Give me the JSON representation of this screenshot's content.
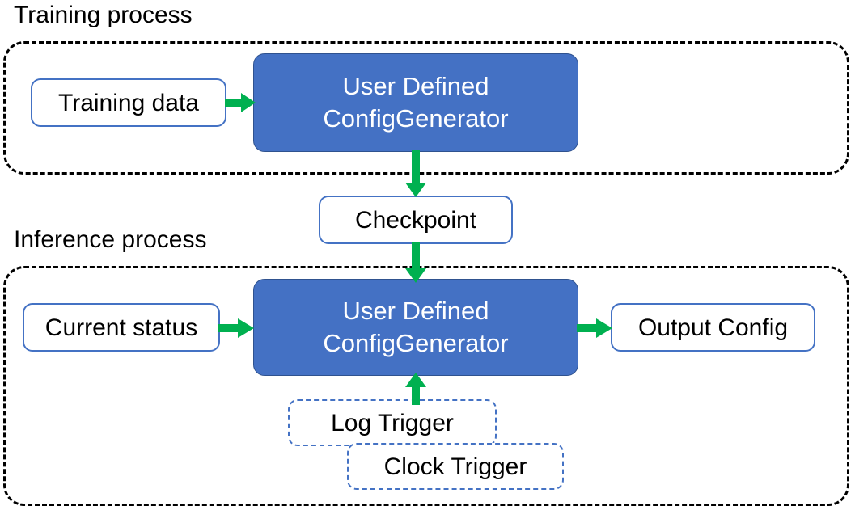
{
  "diagram": {
    "title_training": "Training process",
    "title_inference": "Inference process",
    "colors": {
      "process_fill": "#4471C4",
      "process_text": "#FFFFFF",
      "node_border": "#4472C4",
      "node_fill": "#FFFFFF",
      "group_border": "#000000",
      "arrow": "#00B050",
      "text": "#000000"
    }
  },
  "training": {
    "caption": "Training process",
    "input": {
      "label": "Training data"
    },
    "process": {
      "line1": "User Defined",
      "line2": "ConfigGenerator"
    }
  },
  "checkpoint": {
    "label": "Checkpoint"
  },
  "inference": {
    "caption": "Inference process",
    "input": {
      "label": "Current status"
    },
    "process": {
      "line1": "User Defined",
      "line2": "ConfigGenerator"
    },
    "output": {
      "label": "Output Config"
    },
    "triggers": [
      {
        "label": "Log Trigger"
      },
      {
        "label": "Clock Trigger"
      }
    ]
  },
  "edges": [
    {
      "name": "training-data-to-process",
      "from": "Training data",
      "to": "User Defined ConfigGenerator",
      "direction": "right"
    },
    {
      "name": "training-process-to-checkpoint",
      "from": "User Defined ConfigGenerator",
      "to": "Checkpoint",
      "direction": "down"
    },
    {
      "name": "checkpoint-to-inference-process",
      "from": "Checkpoint",
      "to": "User Defined ConfigGenerator",
      "direction": "down"
    },
    {
      "name": "current-status-to-process",
      "from": "Current status",
      "to": "User Defined ConfigGenerator",
      "direction": "right"
    },
    {
      "name": "process-to-output-config",
      "from": "User Defined ConfigGenerator",
      "to": "Output Config",
      "direction": "right"
    },
    {
      "name": "trigger-to-process",
      "from": "Log Trigger",
      "to": "User Defined ConfigGenerator",
      "direction": "up"
    }
  ]
}
